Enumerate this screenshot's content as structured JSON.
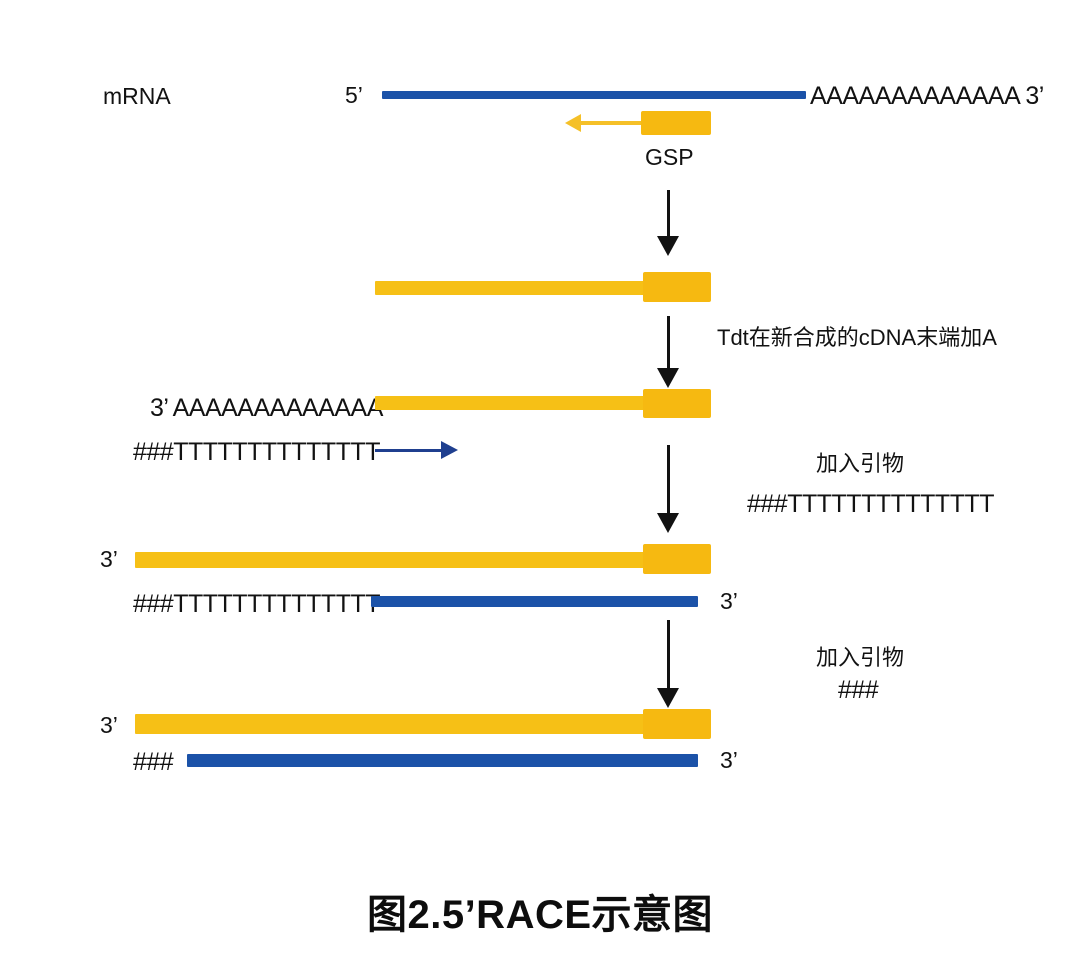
{
  "figure": {
    "title": "图2.5’RACE示意图",
    "colors": {
      "mrna_blue": "#1B52A8",
      "cdna_yellow": "#F6C016",
      "gsp_block": "#F6B911",
      "gsp_arrow": "#F5C028",
      "primer_arrow": "#1F3F8F",
      "process_arrow": "#121212",
      "background": "#FFFFFF"
    }
  },
  "step1": {
    "row_label": "mRNA",
    "five_prime": "5’",
    "poly_a": "AAAAAAAAAAAAA 3’",
    "gsp_label": "GSP"
  },
  "step2": {
    "annotation": "Tdt在新合成的cDNA末端加A"
  },
  "step3": {
    "top_strand_label": "3’ AAAAAAAAAAAAA",
    "bottom_primer": "###TTTTTTTTTTTTTT",
    "annotation_line1": "加入引物",
    "annotation_line2": "###TTTTTTTTTTTTTT"
  },
  "step4": {
    "top_three_prime": "3’",
    "bottom_primer": "###TTTTTTTTTTTTTT",
    "bottom_three_prime": "3’",
    "annotation_line1": "加入引物",
    "annotation_line2": "###"
  },
  "step5": {
    "top_three_prime": "3’",
    "bottom_primer": "###",
    "bottom_three_prime": "3’"
  }
}
